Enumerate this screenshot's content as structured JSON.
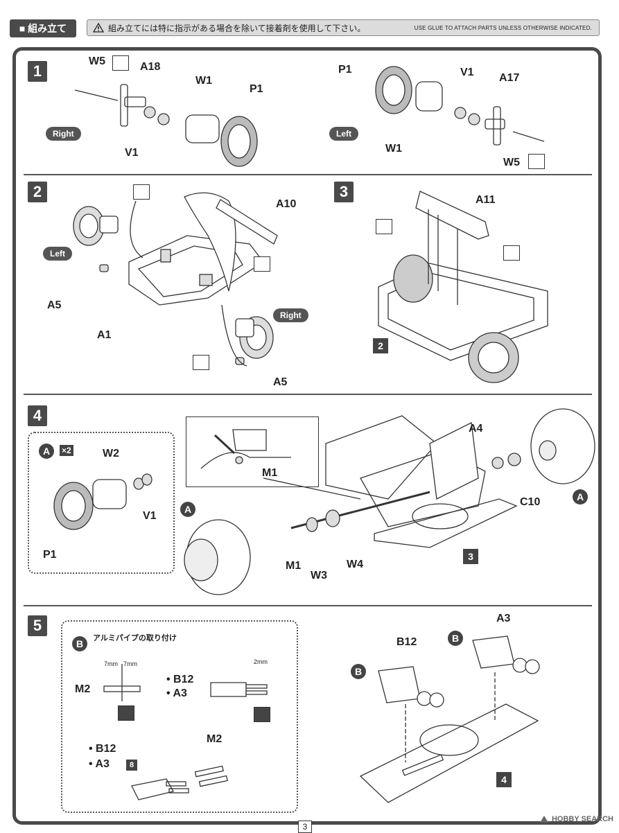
{
  "header": {
    "section_title": "組み立て",
    "note_jp": "組み立てには特に指示がある場合を除いて接着剤を使用して下さい。",
    "note_en": "USE GLUE TO ATTACH PARTS UNLESS OTHERWISE INDICATED."
  },
  "steps": {
    "s1": {
      "number": "1",
      "right_label": "Right",
      "left_label": "Left",
      "parts_right": [
        "W5",
        "A18",
        "W1",
        "P1",
        "V1"
      ],
      "parts_left": [
        "P1",
        "V1",
        "A17",
        "W1",
        "W5"
      ]
    },
    "s2": {
      "number": "2",
      "left_label": "Left",
      "right_label": "Right",
      "parts": [
        "A10",
        "A5",
        "A1",
        "A5"
      ]
    },
    "s3": {
      "number": "3",
      "parts": [
        "A11"
      ],
      "ref": "2"
    },
    "s4": {
      "number": "4",
      "sub_label": "A",
      "sub_qty": "×2",
      "sub_parts": [
        "W2",
        "V1",
        "P1"
      ],
      "inset_part": "M1",
      "parts": [
        "A4",
        "C10",
        "M1",
        "W3",
        "W4"
      ],
      "ref": "3"
    },
    "s5": {
      "number": "5",
      "sub_label": "B",
      "sub_title": "アルミパイプの取り付け",
      "dim1": "7mm",
      "dim2": "7mm",
      "dim3": "2mm",
      "m2_label": "M2",
      "list1": [
        "• B12",
        "• A3"
      ],
      "list2": [
        "• B12",
        "• A3"
      ],
      "list2_ref": "8",
      "m2_label2": "M2",
      "parts": [
        "B12",
        "A3"
      ],
      "ref": "4"
    }
  },
  "footer": {
    "page_number": "3",
    "watermark": "HOBBY SEARCH"
  }
}
